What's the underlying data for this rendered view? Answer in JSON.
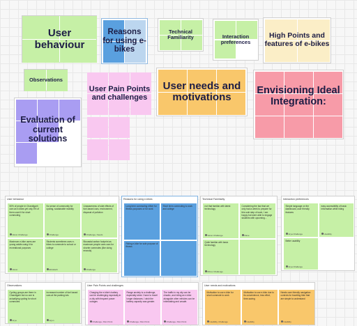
{
  "tiles": {
    "user_behaviour": "User behaviour",
    "reasons_ebikes": "Reasons for using e-bikes",
    "technical_familiarity": "Technical Familiarity",
    "interaction_preferences": "Interaction preferences",
    "high_points": "High Points and features of e-bikes",
    "observations": "Observations",
    "pain_points": "User Pain Points and challenges",
    "needs_motivations": "User needs and motivations",
    "envisioning": "Envisioning Ideal Integration:",
    "evaluation": "Evaluation of current solutions"
  },
  "sections": {
    "user_behaviour": {
      "title": "User behaviour",
      "cards": [
        {
          "text": "50% of people in Chandigarh own an e-bikes yet only 5% of them used it for short commuting",
          "tag": "Varun Challenge"
        },
        {
          "text": "No sense of community for cycling, sustainable mobility",
          "tag": "Challenge"
        },
        {
          "text": "Unawareness of side effects of fuel-based cars, environment, disposal of pollution",
          "tag": "Challenge, Needs"
        },
        {
          "text": "Maximum e-bike users are young adults using it for recreational purposes",
          "tag": "Varun"
        },
        {
          "text": "Students sometimes uses e-bikes to commute to school or college",
          "tag": "Elizabeth"
        },
        {
          "text": "Bicoastal carbon footprint as maximum people uses cars for shorter commutes (like doing errands)",
          "tag": "Challenge"
        }
      ]
    },
    "reasons": {
      "title": "Reasons for using e-bikes",
      "cards": [
        {
          "text": "Long term commuting either for fitness purposes or for work"
        },
        {
          "text": "Short term commuting to work and college"
        },
        {
          "text": "Riding e-bike for sole purpose of fitness"
        },
        {
          "text": ""
        }
      ]
    },
    "technical": {
      "title": "Technical Familiarity",
      "cards": [
        {
          "text": "not that familiar with latest technology",
          "tag": "Varun Challenge"
        },
        {
          "text": "Considering the fact that we only had a week to prepare for this sole step of work, I am happy but were able to engage students with upcoming...",
          "tag": "Dave"
        },
        {
          "text": "Quite familiar with basic technology",
          "tag": "Dhruv Challenge"
        },
        {
          "text": ""
        }
      ]
    },
    "interaction": {
      "title": "Interaction preferences",
      "cards": [
        {
          "text": "Simple language on the dashboard, user friendly features",
          "tag": "Arya Challenge"
        },
        {
          "text": "easy accessibility of basic information while riding",
          "tag": "Usability"
        },
        {
          "text": "Better usability",
          "tag": "Arya Challenge"
        }
      ]
    },
    "observations": {
      "title": "Observations",
      "cards": [
        {
          "text": "Cycling groups are there in Chandigarh but no one is actuallying cycling for short commutes",
          "tag": "Arya"
        },
        {
          "text": "Increased number of fuel based cars at the parking lots",
          "tag": "Arjun"
        }
      ]
    },
    "pain": {
      "title": "User Pain Points and challenges",
      "cards": [
        {
          "text": "Charging the e-bike's battery can be challenging especially in a city with frequent power outages",
          "tag": "Challenge, Pain Point"
        },
        {
          "text": "Range anxiety is a challenge, especially when I have to travel longer distances. I wish the battery capacity was greater.",
          "tag": "Challenge, Pain Point"
        },
        {
          "text": "The traffic in my city can be chaotic, and riding an e-bike alongside other vehicles can be intimidating and unsafe.",
          "tag": "Challenge, Pain Point"
        }
      ]
    },
    "needs": {
      "title": "User needs and motivations",
      "cards": [
        {
          "text": "Motivation to use e-bike for short commute to work",
          "tag": "Usability, Challenge"
        },
        {
          "text": "Motivation to use e-bike due to its convenience, less effort, time-saving",
          "tag": "Usability"
        },
        {
          "text": "Needs user friendly navigation controls for traveling bike that are simple to understand",
          "tag": "Usability"
        }
      ]
    }
  }
}
